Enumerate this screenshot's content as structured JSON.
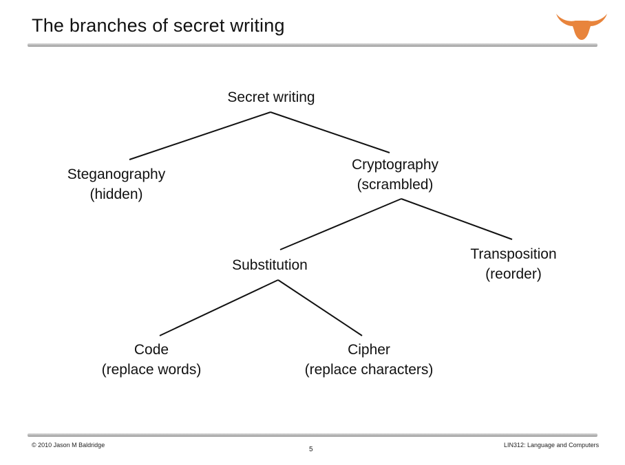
{
  "slide": {
    "title": "The branches of secret writing",
    "logo_icon": "longhorn-icon",
    "accent_color": "#e8843c"
  },
  "tree": {
    "root": {
      "line1": "Secret writing"
    },
    "steganography": {
      "line1": "Steganography",
      "line2": "(hidden)"
    },
    "cryptography": {
      "line1": "Cryptography",
      "line2": "(scrambled)"
    },
    "substitution": {
      "line1": "Substitution"
    },
    "transposition": {
      "line1": "Transposition",
      "line2": "(reorder)"
    },
    "code": {
      "line1": "Code",
      "line2": "(replace words)"
    },
    "cipher": {
      "line1": "Cipher",
      "line2": "(replace characters)"
    }
  },
  "footer": {
    "copyright": "© 2010 Jason M Baldridge",
    "page_number": "5",
    "course": "LIN312: Language and Computers"
  }
}
